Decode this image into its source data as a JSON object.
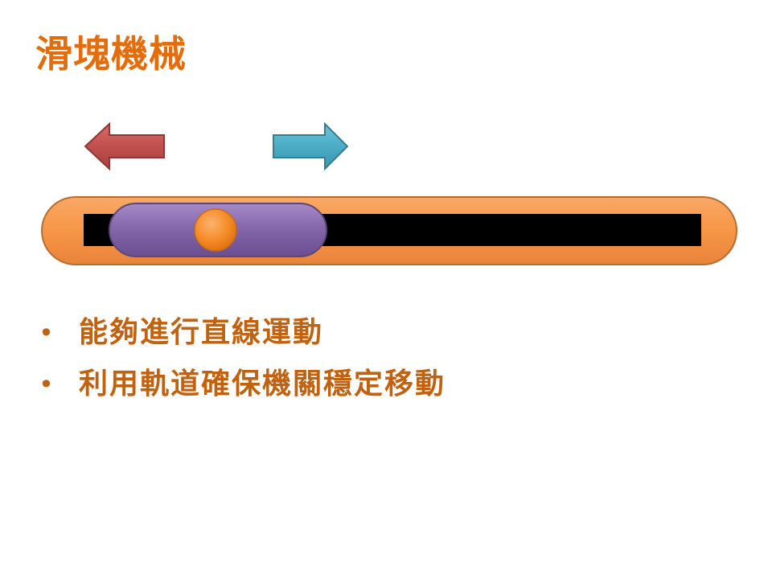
{
  "slide": {
    "title": "滑塊機械",
    "bullets": [
      "能夠進行直線運動",
      "利用軌道確保機關穩定移動"
    ],
    "bullet_symbol": "•"
  },
  "graphic": {
    "left_arrow_icon": "arrow-left-icon",
    "right_arrow_icon": "arrow-right-icon"
  },
  "colors": {
    "title": "#E46C0A",
    "text": "#C0620F",
    "left_arrow_fill": "#C0504D",
    "left_arrow_stroke": "#8C3836",
    "right_arrow_fill": "#4BACC6",
    "right_arrow_stroke": "#357D91",
    "housing_fill": "#F79646",
    "housing_stroke": "#B66D31",
    "track_fill": "#000000",
    "slider_fill": "#8064A2",
    "slider_stroke": "#5C4776",
    "knob_fill": "#F79646"
  }
}
